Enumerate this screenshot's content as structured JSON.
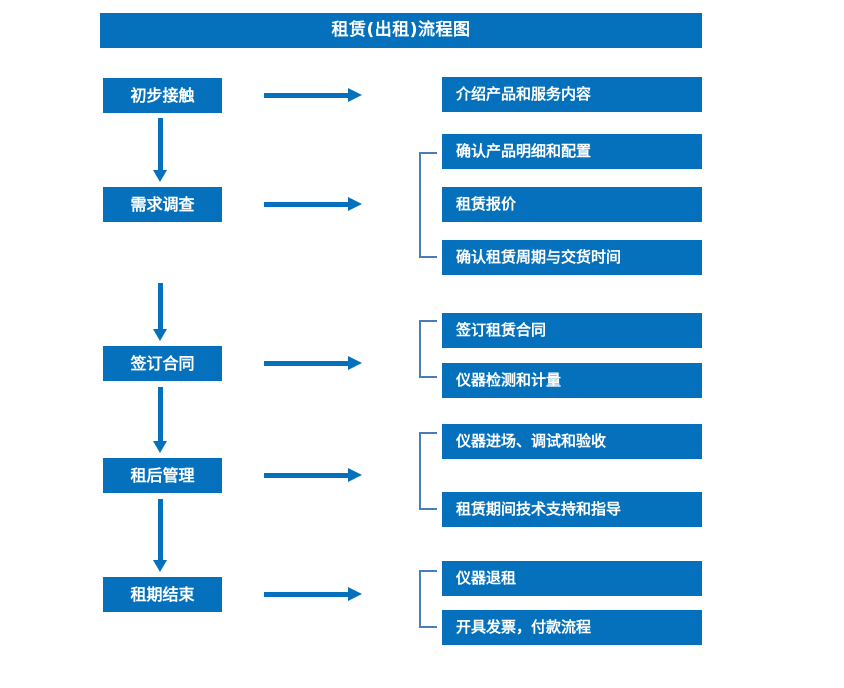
{
  "title": "租赁(出租)流程图",
  "colors": {
    "box_blue": "#0571BC",
    "bracket_blue": "#4A7EBB",
    "text_white": "#FFFFFF",
    "background": "#FFFFFF"
  },
  "stages": [
    {
      "label": "初步接触"
    },
    {
      "label": "需求调查"
    },
    {
      "label": "签订合同"
    },
    {
      "label": "租后管理"
    },
    {
      "label": "租期结束"
    }
  ],
  "details": [
    {
      "label": "介绍产品和服务内容"
    },
    {
      "label": "确认产品明细和配置"
    },
    {
      "label": "租赁报价"
    },
    {
      "label": "确认租赁周期与交货时间"
    },
    {
      "label": "签订租赁合同"
    },
    {
      "label": "仪器检测和计量"
    },
    {
      "label": "仪器进场、调试和验收"
    },
    {
      "label": "租赁期间技术支持和指导"
    },
    {
      "label": "仪器退租"
    },
    {
      "label": "开具发票，付款流程"
    }
  ]
}
